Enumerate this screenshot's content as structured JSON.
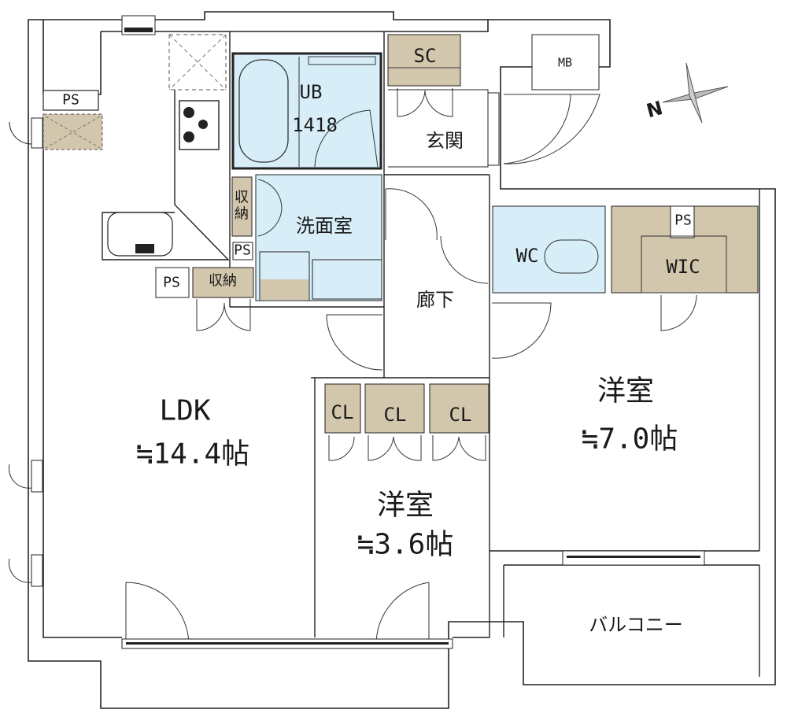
{
  "plan": {
    "colors": {
      "wall": "#222222",
      "storage_fill": "#d2c6ad",
      "wet_fill": "#d7eef8",
      "background": "#ffffff"
    },
    "rooms": {
      "ldk": {
        "name": "LDK",
        "area": "≒14.4帖"
      },
      "western_large": {
        "name": "洋室",
        "area": "≒7.0帖"
      },
      "western_small": {
        "name": "洋室",
        "area": "≒3.6帖"
      },
      "balcony": {
        "name": "バルコニー"
      },
      "entrance": {
        "name": "玄関"
      },
      "hallway": {
        "name": "廊下"
      },
      "washroom": {
        "name": "洗面室"
      },
      "bath": {
        "name": "UB",
        "size": "1418"
      },
      "wc": {
        "name": "WC"
      },
      "wic": {
        "name": "WIC"
      },
      "shoe_closet": {
        "name": "SC"
      },
      "meter_box": {
        "name": "MB"
      },
      "closet_1": {
        "name": "CL"
      },
      "closet_2": {
        "name": "CL"
      },
      "closet_3": {
        "name": "CL"
      },
      "storage_wash": {
        "name": "収\n納"
      },
      "storage_kitchen": {
        "name": "収納"
      },
      "ps_top_left": {
        "name": "PS"
      },
      "ps_kitchen": {
        "name": "PS"
      },
      "ps_wash": {
        "name": "PS"
      },
      "ps_wic": {
        "name": "PS"
      }
    },
    "compass": {
      "label": "N"
    }
  }
}
